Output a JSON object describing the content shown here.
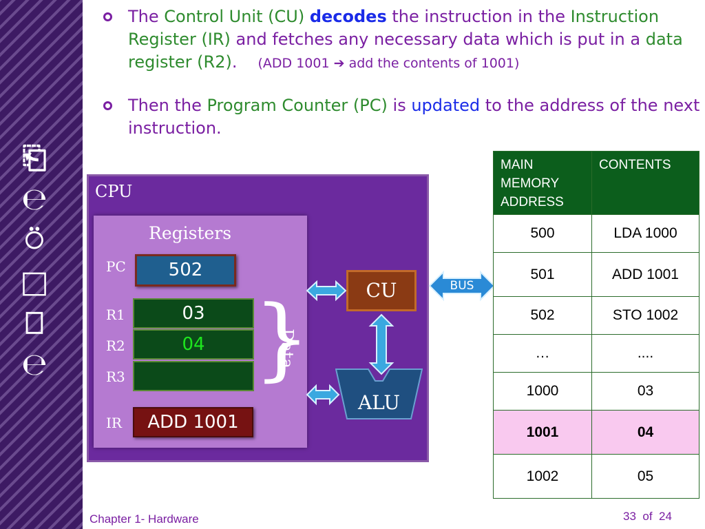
{
  "sidebar": {
    "glyphs": [
      "⎗",
      "℮",
      "⍥",
      "□",
      "⎕",
      "℮"
    ]
  },
  "bullet1": {
    "part1": "The ",
    "control_unit": "Control Unit (CU)",
    "part2": " ",
    "decodes": "decodes",
    "part3": " the instruction in the ",
    "ir_name": "Instruction Register (IR)",
    "part4": " and fetches any necessary data which is put in a ",
    "data_register": "data register (R2)",
    "part5": ".",
    "example": "(ADD 1001 ➔ add the contents of 1001)"
  },
  "bullet2": {
    "part1": "Then the ",
    "program_counter": "Program Counter (PC)",
    "part2": " is ",
    "updated": "updated",
    "part3": " to the address of the next instruction."
  },
  "diagram": {
    "cpu_label": "CPU",
    "registers_title": "Registers",
    "pc_label": "PC",
    "pc_value": "502",
    "r1_label": "R1",
    "r1_value": "03",
    "r2_label": "R2",
    "r2_value": "04",
    "r3_label": "R3",
    "r3_value": "",
    "ir_label": "IR",
    "ir_value": "ADD 1001",
    "data_label": "Data",
    "cu_label": "CU",
    "alu_label": "ALU",
    "bus_label": "BUS"
  },
  "memory_table": {
    "headers": [
      "MAIN MEMORY ADDRESS",
      "CONTENTS"
    ],
    "rows": [
      {
        "address": "500",
        "contents": "LDA 1000"
      },
      {
        "address": "501",
        "contents": "ADD 1001"
      },
      {
        "address": "502",
        "contents": "STO 1002"
      },
      {
        "address": "…",
        "contents": "...."
      },
      {
        "address": "1000",
        "contents": "03"
      },
      {
        "address": "1001",
        "contents": "04"
      },
      {
        "address": "1002",
        "contents": "05"
      }
    ],
    "highlighted_row": "1001",
    "highlight_color": "#f9c9ef",
    "header_color": "#0c5e1c"
  },
  "footer": {
    "chapter": "Chapter 1- Hardware",
    "page_current": "33",
    "page_of": "of",
    "page_total": "24"
  },
  "colors": {
    "text_purple": "#7a1fa2",
    "highlight_green": "#2e8b2e",
    "highlight_blue": "#1a2be8",
    "cpu_purple": "#6b2a9e"
  }
}
